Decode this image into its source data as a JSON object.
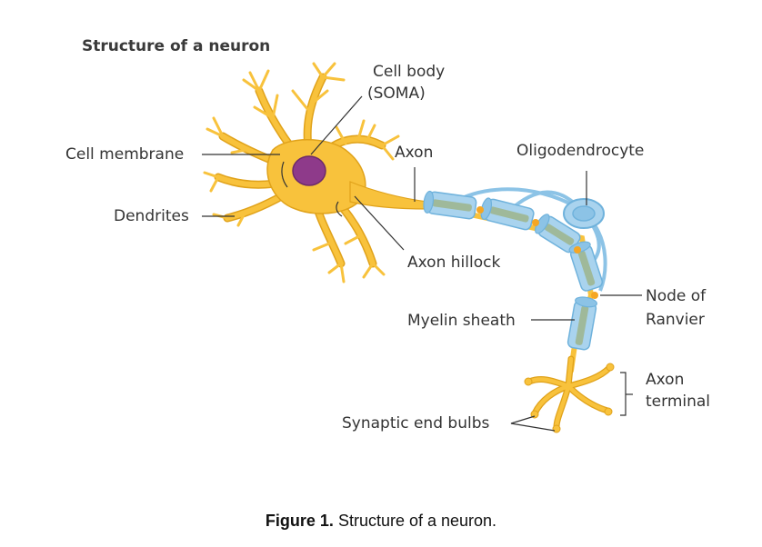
{
  "title": "Structure of a neuron",
  "labels": {
    "cell_body_line1": "Cell body",
    "cell_body_line2": "(SOMA)",
    "cell_membrane": "Cell membrane",
    "axon": "Axon",
    "oligodendrocyte": "Oligodendrocyte",
    "dendrites": "Dendrites",
    "axon_hillock": "Axon hillock",
    "node_line1": "Node of",
    "node_line2": "Ranvier",
    "myelin_sheath": "Myelin sheath",
    "axon_terminal_line1": "Axon",
    "axon_terminal_line2": "terminal",
    "synaptic_end_bulbs": "Synaptic end bulbs"
  },
  "caption": {
    "figure_number": "Figure 1.",
    "text": "Structure of a neuron."
  },
  "colors": {
    "neuron": "#f8c23c",
    "nucleus": "#8e3a8a",
    "myelin": "#a9d3ee",
    "myelin_core": "#9fb99a",
    "node": "#f5a623",
    "leader_lines": "#333333"
  }
}
